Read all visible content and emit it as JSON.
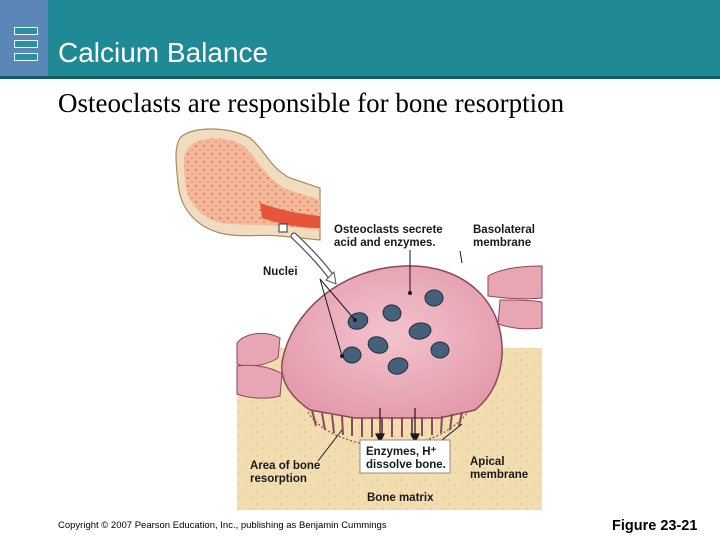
{
  "slide": {
    "title": "Calcium Balance",
    "subtitle": "Osteoclasts are responsible for bone resorption",
    "copyright": "Copyright © 2007 Pearson Education, Inc., publishing as Benjamin Cummings",
    "figure_number": "Figure 23-21"
  },
  "diagram": {
    "labels": {
      "secrete": "Osteoclasts secrete\nacid and enzymes.",
      "basolateral": "Basolateral\nmembrane",
      "nuclei": "Nuclei",
      "enzymes": "Enzymes, H⁺\ndissolve bone.",
      "resorption": "Area of bone\nresorption",
      "apical": "Apical\nmembrane",
      "matrix": "Bone matrix"
    },
    "colors": {
      "header": "#1f8a96",
      "bone_matrix": "#f2ddb0",
      "cell": "#e8a6b4",
      "nucleus": "#46607a",
      "marrow": "#e5553a"
    }
  }
}
